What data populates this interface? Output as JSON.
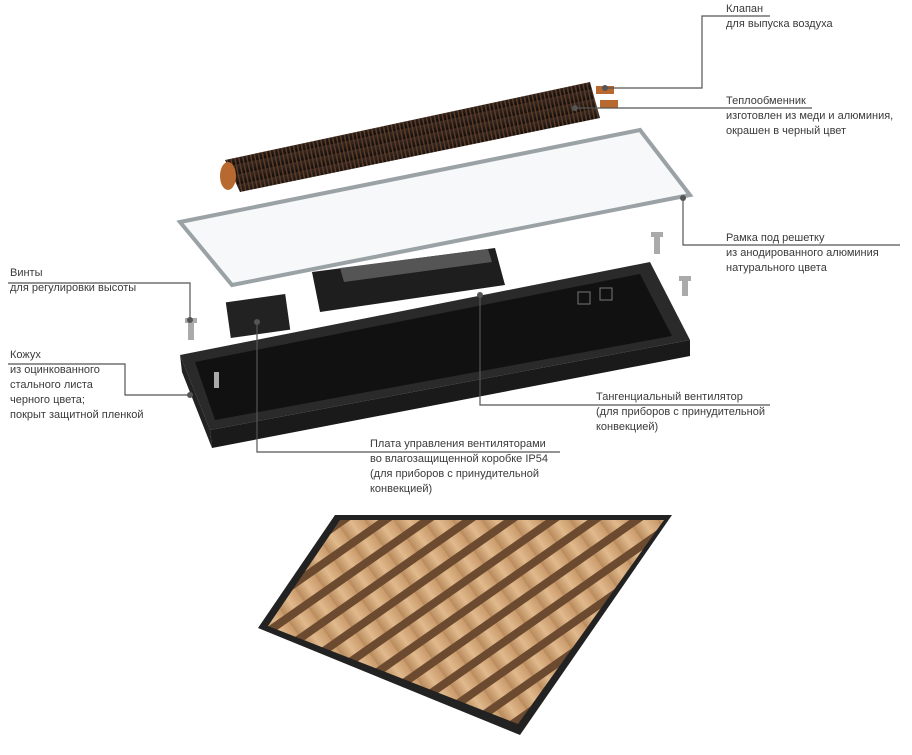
{
  "callouts": {
    "valve": {
      "title": "Клапан",
      "lines": [
        "для выпуска воздуха"
      ]
    },
    "heat_exchanger": {
      "title": "Теплообменник",
      "lines": [
        "изготовлен из меди и  алюминия,",
        "окрашен в черный цвет"
      ]
    },
    "frame": {
      "title": "Рамка под решетку",
      "lines": [
        "из анодированного алюминия",
        "натурального цвета"
      ]
    },
    "screws": {
      "title": "Винты",
      "lines": [
        "для регулировки  высоты"
      ]
    },
    "housing": {
      "title": "Кожух",
      "lines": [
        "из оцинкованного",
        "стального листа",
        "черного цвета;",
        "покрыт  защитной пленкой"
      ]
    },
    "fan": {
      "title": "Тангенциальный вентилятор",
      "lines": [
        "(для приборов с принудительной",
        "конвекцией)"
      ]
    },
    "board": {
      "title": "Плата управления вентиляторами",
      "lines": [
        "во влагозащищенной коробке IP54",
        "(для приборов с принудительной",
        "конвекцией)"
      ]
    }
  },
  "colors": {
    "body": "#1c1c1c",
    "copper": "#b8692f",
    "wood": "#c99a6b",
    "leader": "#555555"
  }
}
